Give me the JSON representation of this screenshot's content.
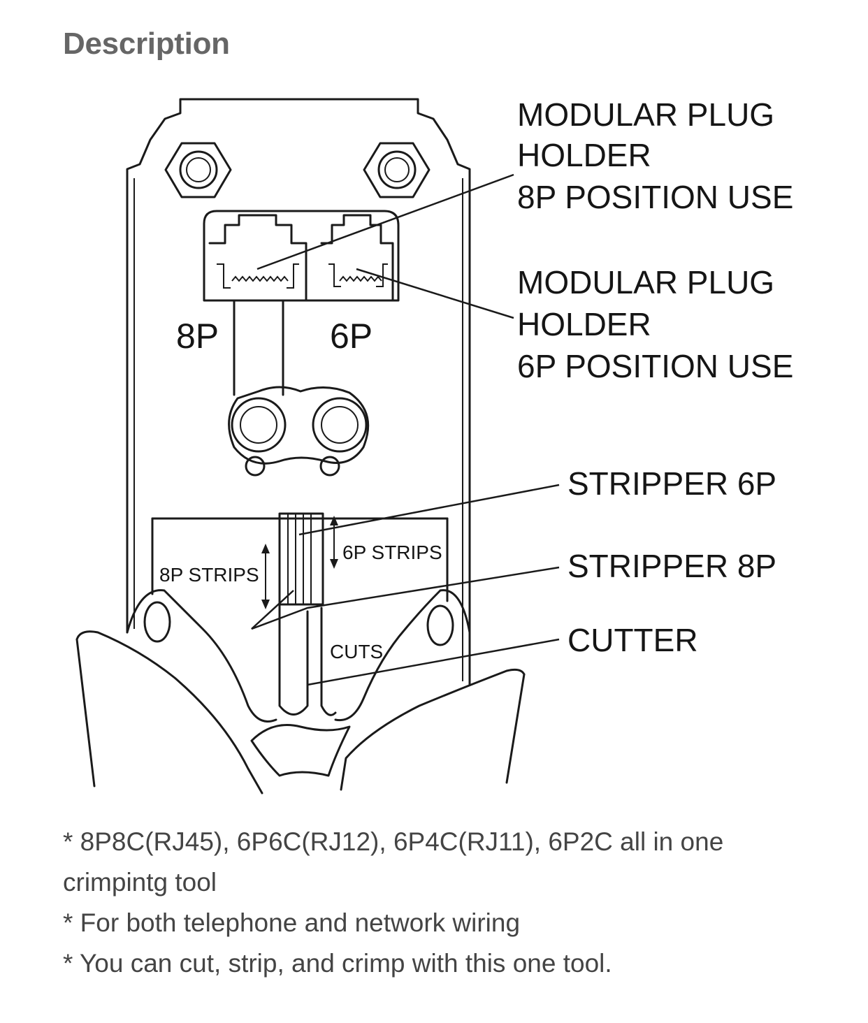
{
  "header": {
    "title": "Description"
  },
  "diagram": {
    "callouts": {
      "holder_8p": [
        "MODULAR PLUG",
        "HOLDER",
        "8P POSITION USE"
      ],
      "holder_6p": [
        "MODULAR PLUG",
        "HOLDER",
        "6P POSITION USE"
      ],
      "stripper_6p": "STRIPPER 6P",
      "stripper_8p": "STRIPPER 8P",
      "cutter": "CUTTER"
    },
    "tool_labels": {
      "pos_8p": "8P",
      "pos_6p": "6P",
      "strips_8p": "8P STRIPS",
      "strips_6p": "6P STRIPS",
      "cuts": "CUTS"
    }
  },
  "features": [
    "* 8P8C(RJ45), 6P6C(RJ12), 6P4C(RJ11), 6P2C all in one crimpintg tool",
    "* For both telephone and network wiring",
    "* You can cut, strip, and crimp with this one tool."
  ]
}
